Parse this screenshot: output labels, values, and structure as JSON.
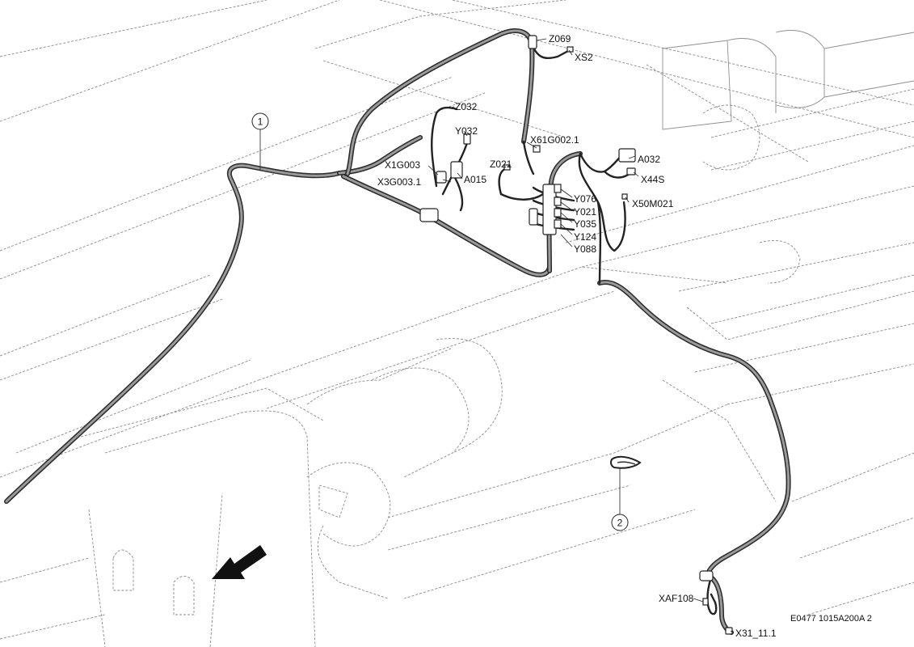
{
  "callouts": {
    "c1": "1",
    "c2": "2"
  },
  "labels": {
    "z069": "Z069",
    "xs2": "XS2",
    "z032": "Z032",
    "y032": "Y032",
    "x61g002": "X61G002.1",
    "a032": "A032",
    "x44s": "X44S",
    "z021": "Z021",
    "x1g003": "X1G003",
    "x3g003": "X3G003.1",
    "a015": "A015",
    "y076": "Y076",
    "y021": "Y021",
    "y035": "Y035",
    "y124": "Y124",
    "y088": "Y088",
    "x50m021": "X50M021",
    "xaf108": "XAF108",
    "x31": "X31_11.1"
  },
  "doc_ref": "E0477 1015A200A 2",
  "icons": {
    "direction_arrow": "direction-arrow-icon",
    "loose_part": "cable-clip-icon"
  }
}
